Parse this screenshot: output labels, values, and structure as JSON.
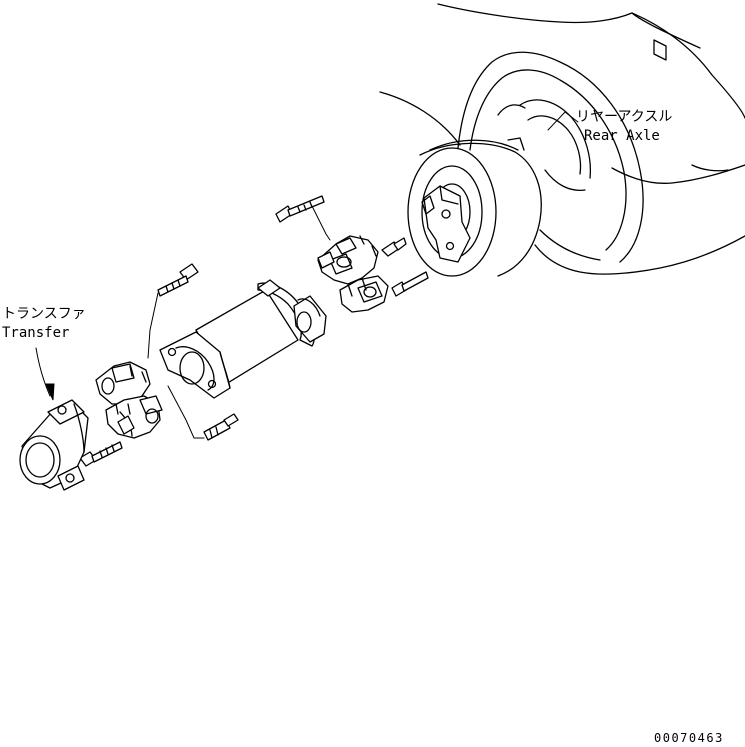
{
  "labels": {
    "transfer_jp": "トランスファ",
    "transfer_en": "Transfer",
    "rear_axle_jp": "リヤーアクスル",
    "rear_axle_en": "Rear Axle"
  },
  "drawing_code": "00070463"
}
